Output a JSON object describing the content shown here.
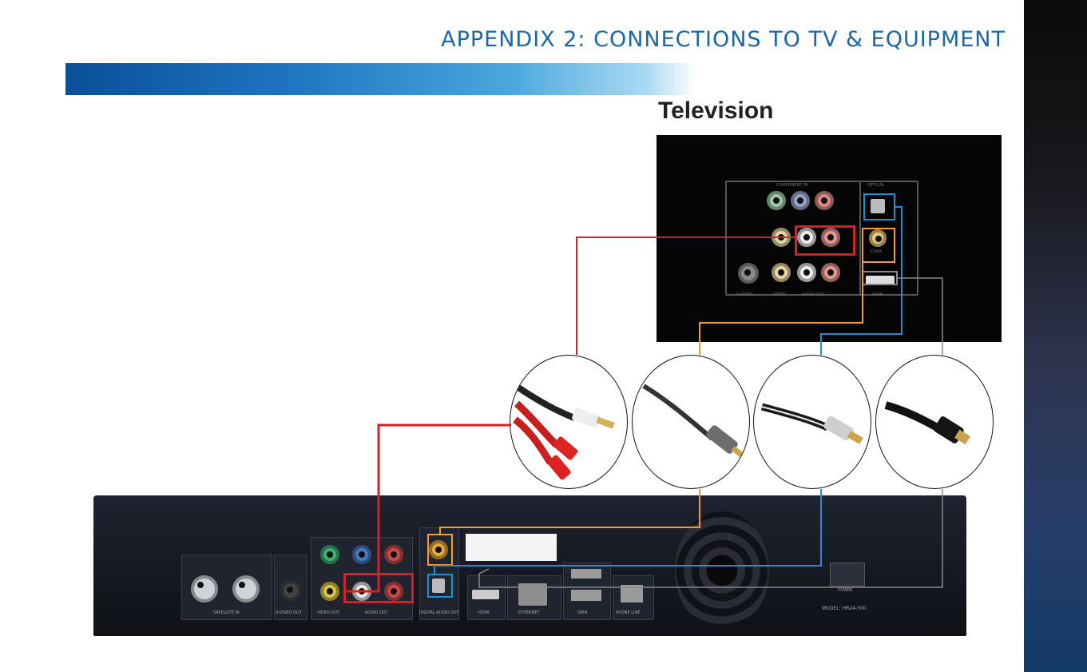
{
  "header": {
    "title": "APPENDIX 2: CONNECTIONS TO TV & EQUIPMENT"
  },
  "television": {
    "heading": "Television",
    "labels": {
      "component_in": "COMPONENT IN",
      "optical": "OPTICAL",
      "coax": "COAX",
      "hdmi": "HDMI",
      "svideo": "S-VIDEO",
      "video": "VIDEO",
      "audio_out": "AUDIO OUT"
    }
  },
  "receiver": {
    "labels": {
      "satellite_in": "SATELLITE IN",
      "svideo_out": "S-VIDEO OUT",
      "video_out": "VIDEO OUT",
      "audio_out": "AUDIO OUT",
      "digital_audio_out": "DIGITAL AUDIO OUT",
      "hdmi": "HDMI",
      "ethernet": "ETHERNET",
      "sata": "SATA",
      "phone_line": "PHONE LINE",
      "power": "POWER",
      "model": "MODEL: HR24-500"
    }
  },
  "colors": {
    "title": "#1a66a8",
    "red_cable": "#d61f26",
    "orange_cable": "#f39a3b",
    "blue_cable": "#1f8fd6",
    "gray_cable": "#8a8a8a"
  },
  "icons": {
    "rca_cable": "rca-audio-cable-icon",
    "coax_cable": "digital-coax-cable-icon",
    "optical_cable": "optical-cable-icon",
    "hdmi_cable": "hdmi-cable-icon"
  }
}
